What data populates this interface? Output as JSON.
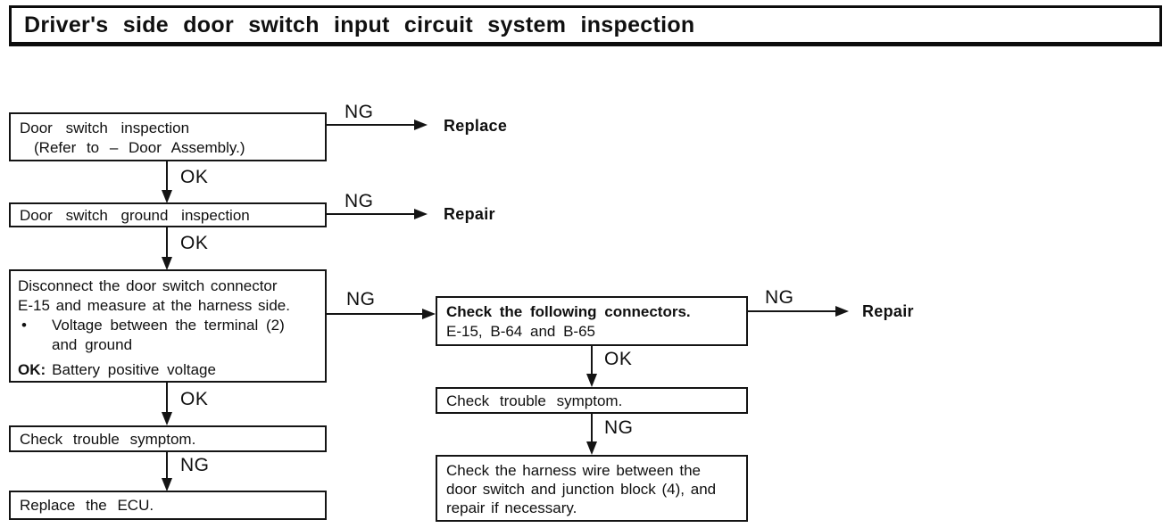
{
  "title": "Driver's side door switch input circuit system inspection",
  "labels": {
    "ok": "OK",
    "ng": "NG"
  },
  "terminals": {
    "replace": "Replace",
    "repair_top": "Repair",
    "repair_right": "Repair"
  },
  "boxes": {
    "door_switch_inspection": {
      "line1": "Door switch inspection",
      "line2": "(Refer to – Door Assembly.)"
    },
    "ground_inspection": "Door switch ground inspection",
    "disconnect": {
      "line1": "Disconnect the door switch connector",
      "line2": "E-15 and measure at the harness side.",
      "bullet": "•",
      "bullet_line1": "Voltage between the terminal (2)",
      "bullet_line2": "and ground",
      "ok_prefix": "OK:",
      "ok_text": "Battery positive voltage"
    },
    "check_trouble_left": "Check trouble symptom.",
    "replace_ecu": "Replace the ECU.",
    "check_connectors": {
      "line1": "Check the following connectors.",
      "line2": "E-15, B-64 and B-65"
    },
    "check_trouble_right": "Check trouble symptom.",
    "check_harness": {
      "line1": "Check the harness wire between the",
      "line2": "door switch and junction block (4), and",
      "line3": "repair if necessary."
    }
  }
}
